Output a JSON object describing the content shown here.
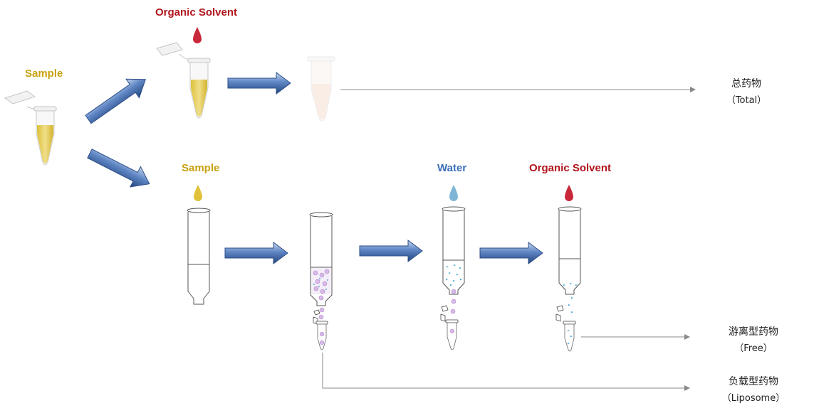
{
  "labels": {
    "sample_left": "Sample",
    "organic_solvent_top": "Organic Solvent",
    "sample_column": "Sample",
    "water": "Water",
    "organic_solvent_bottom": "Organic Solvent"
  },
  "outputs": {
    "total": {
      "name": "总药物",
      "sub": "（Total）"
    },
    "free": {
      "name": "游离型药物",
      "sub": "（Free）"
    },
    "liposome": {
      "name": "负载型药物",
      "sub": "（Liposome）"
    }
  },
  "colors": {
    "sample": "#c9a10f",
    "organic_solvent": "#b0141c",
    "water": "#3d6fb8",
    "arrow": "#3a62a8",
    "line": "#888888"
  }
}
